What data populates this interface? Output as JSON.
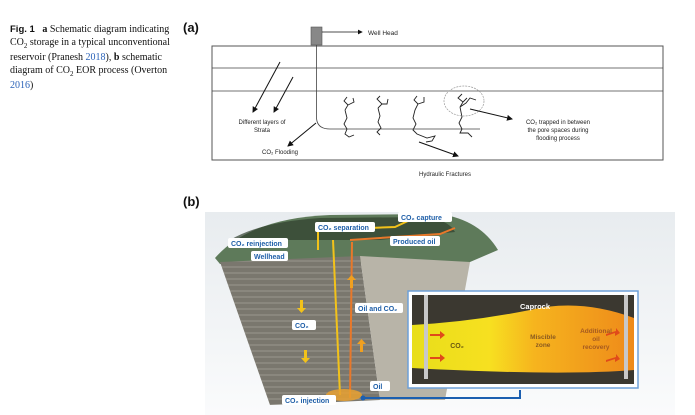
{
  "caption": {
    "fig_label": "Fig. 1",
    "part_a_letter": "a",
    "part_a_pre": "Schematic diagram indicating CO",
    "part_a_sub": "2",
    "part_a_post": " storage in a typical unconventional reservoir (",
    "ref1_author": "Pranesh ",
    "ref1_year": "2018",
    "ref1_close": "), ",
    "part_b_letter": "b",
    "part_b_pre": " schematic diagram of CO",
    "part_b_sub": "2",
    "part_b_post": " EOR process (",
    "ref2_author": "Overton ",
    "ref2_year": "2016",
    "ref2_close": ")"
  },
  "panel_a": {
    "label": "(a)",
    "well_head": "Well Head",
    "strata_line1": "Different layers of",
    "strata_line2": "Strata",
    "co2_flooding": "CO₂ Flooding",
    "trapped_line1": "CO₂ trapped in between",
    "trapped_line2": "the pore spaces during",
    "trapped_line3": "flooding process",
    "fractures": "Hydraulic Fractures"
  },
  "panel_b": {
    "label": "(b)",
    "co2_capture": "CO₂ capture",
    "co2_separation": "CO₂ separation",
    "co2_reinjection": "CO₂ reinjection",
    "wellhead": "Wellhead",
    "produced_oil": "Produced oil",
    "co2": "CO₂",
    "oil_and_co2": "Oil and CO₂",
    "oil": "Oil",
    "co2_injection": "CO₂ injection",
    "inset": {
      "caprock": "Caprock",
      "co2": "CO₂",
      "miscible_line1": "Miscible",
      "miscible_line2": "zone",
      "recovery_line1": "Additional",
      "recovery_line2": "oil",
      "recovery_line3": "recovery"
    },
    "colors": {
      "label_text": "#1f5fa8",
      "co2_pipe": "#f2c21a",
      "oil_pipe": "#e8782a",
      "blue_line": "#1b5fb0"
    }
  }
}
